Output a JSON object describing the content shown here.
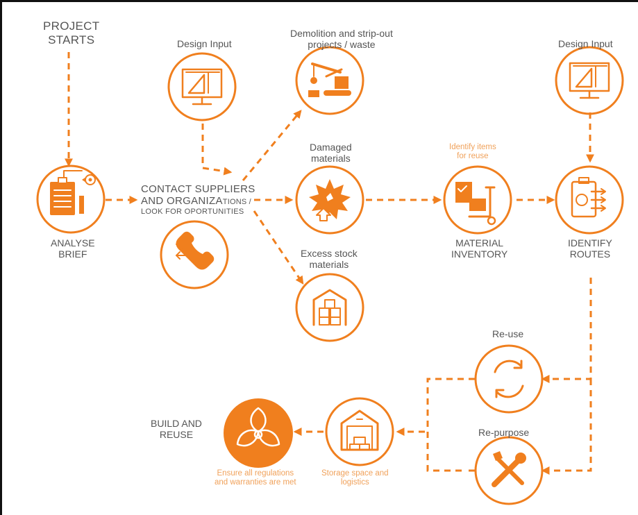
{
  "diagram": {
    "accent_color": "#f07f1e",
    "labels": {
      "project_starts": [
        "PROJECT",
        "STARTS"
      ],
      "design_input_left": "Design Input",
      "design_input_right": "Design Input",
      "demolition": [
        "Demolition and strip-out",
        "projects / waste"
      ],
      "damaged": [
        "Damaged",
        "materials"
      ],
      "excess": [
        "Excess stock",
        "materials"
      ],
      "analyse": [
        "ANALYSE",
        "BRIEF"
      ],
      "contact": [
        "CONTACT SUPPLIERS",
        "AND ORGANIZA",
        "TIONS /",
        "LOOK FOR OPORTUNITIES"
      ],
      "identify_items": [
        "Identify items",
        "for reuse"
      ],
      "material_inventory": [
        "MATERIAL",
        "INVENTORY"
      ],
      "identify_routes": [
        "IDENTIFY",
        "ROUTES"
      ],
      "reuse": "Re-use",
      "repurpose": "Re-purpose",
      "build_reuse": [
        "BUILD AND",
        "REUSE"
      ],
      "ensure": [
        "Ensure all regulations",
        "and warranties are met"
      ],
      "storage": [
        "Storage space and",
        "logistics"
      ]
    },
    "icons": [
      "analyse-brief-icon",
      "design-input-icon",
      "demolition-crane-icon",
      "damaged-materials-icon",
      "excess-stock-warehouse-icon",
      "phone-icon",
      "material-inventory-icon",
      "identify-routes-icon",
      "reuse-cycle-icon",
      "repurpose-tools-icon",
      "storage-warehouse-icon",
      "recycle-leaves-icon"
    ]
  }
}
